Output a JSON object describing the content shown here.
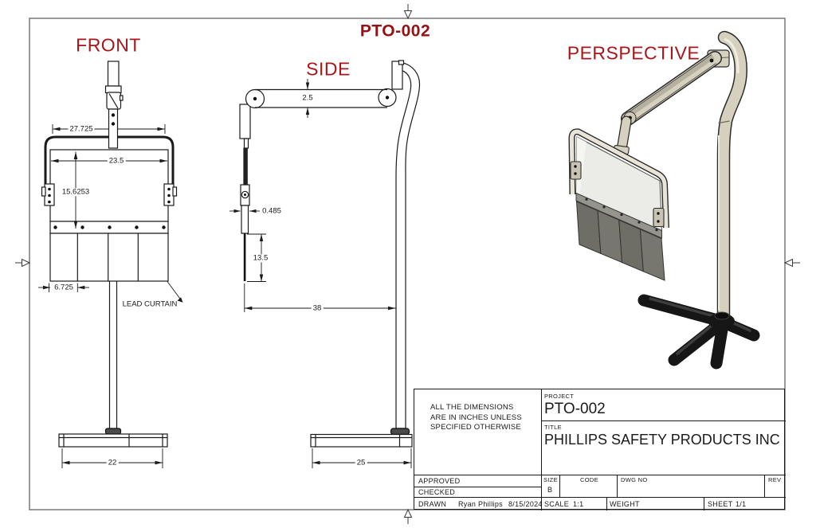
{
  "title": {
    "drawing_number": "PTO-002"
  },
  "view_labels": {
    "front": "FRONT",
    "side": "SIDE",
    "perspective": "PERSPECTIVE"
  },
  "dimensions": {
    "front_outer_width": "27.725",
    "front_panel_width": "23.5",
    "front_panel_height": "15.6253",
    "front_strip_width": "6.725",
    "front_base_width": "22",
    "front_curtain_callout": "LEAD CURTAIN",
    "side_arm_thickness": "2.5",
    "side_panel_thickness": "0.485",
    "side_curtain_drop": "13.5",
    "side_reach": "38",
    "side_base_depth": "25"
  },
  "title_block": {
    "note_line1": "ALL THE DIMENSIONS",
    "note_line2": "ARE IN INCHES UNLESS",
    "note_line3": "SPECIFIED OTHERWISE",
    "project_label": "PROJECT",
    "project_value": "PTO-002",
    "title_label": "TITLE",
    "title_value": "PHILLIPS SAFETY PRODUCTS INC",
    "approved_label": "APPROVED",
    "checked_label": "CHECKED",
    "drawn_label": "DRAWN",
    "drawn_by": "Ryan Phillips",
    "drawn_date": "8/15/2024",
    "size_label": "SIZE",
    "size_value": "B",
    "code_label": "CODE",
    "dwg_no_label": "DWG NO",
    "rev_label": "REV",
    "scale_label": "SCALE",
    "scale_value": "1:1",
    "weight_label": "WEIGHT",
    "sheet_label": "SHEET",
    "sheet_value": "1/1"
  },
  "colors": {
    "label_red": "#a8151a",
    "drawing_number_red": "#991014",
    "line_black": "#1a1a1a",
    "pole_beige": "#d6d0bf",
    "curtain_gray": "#6e6e66",
    "base_black": "#161616"
  }
}
